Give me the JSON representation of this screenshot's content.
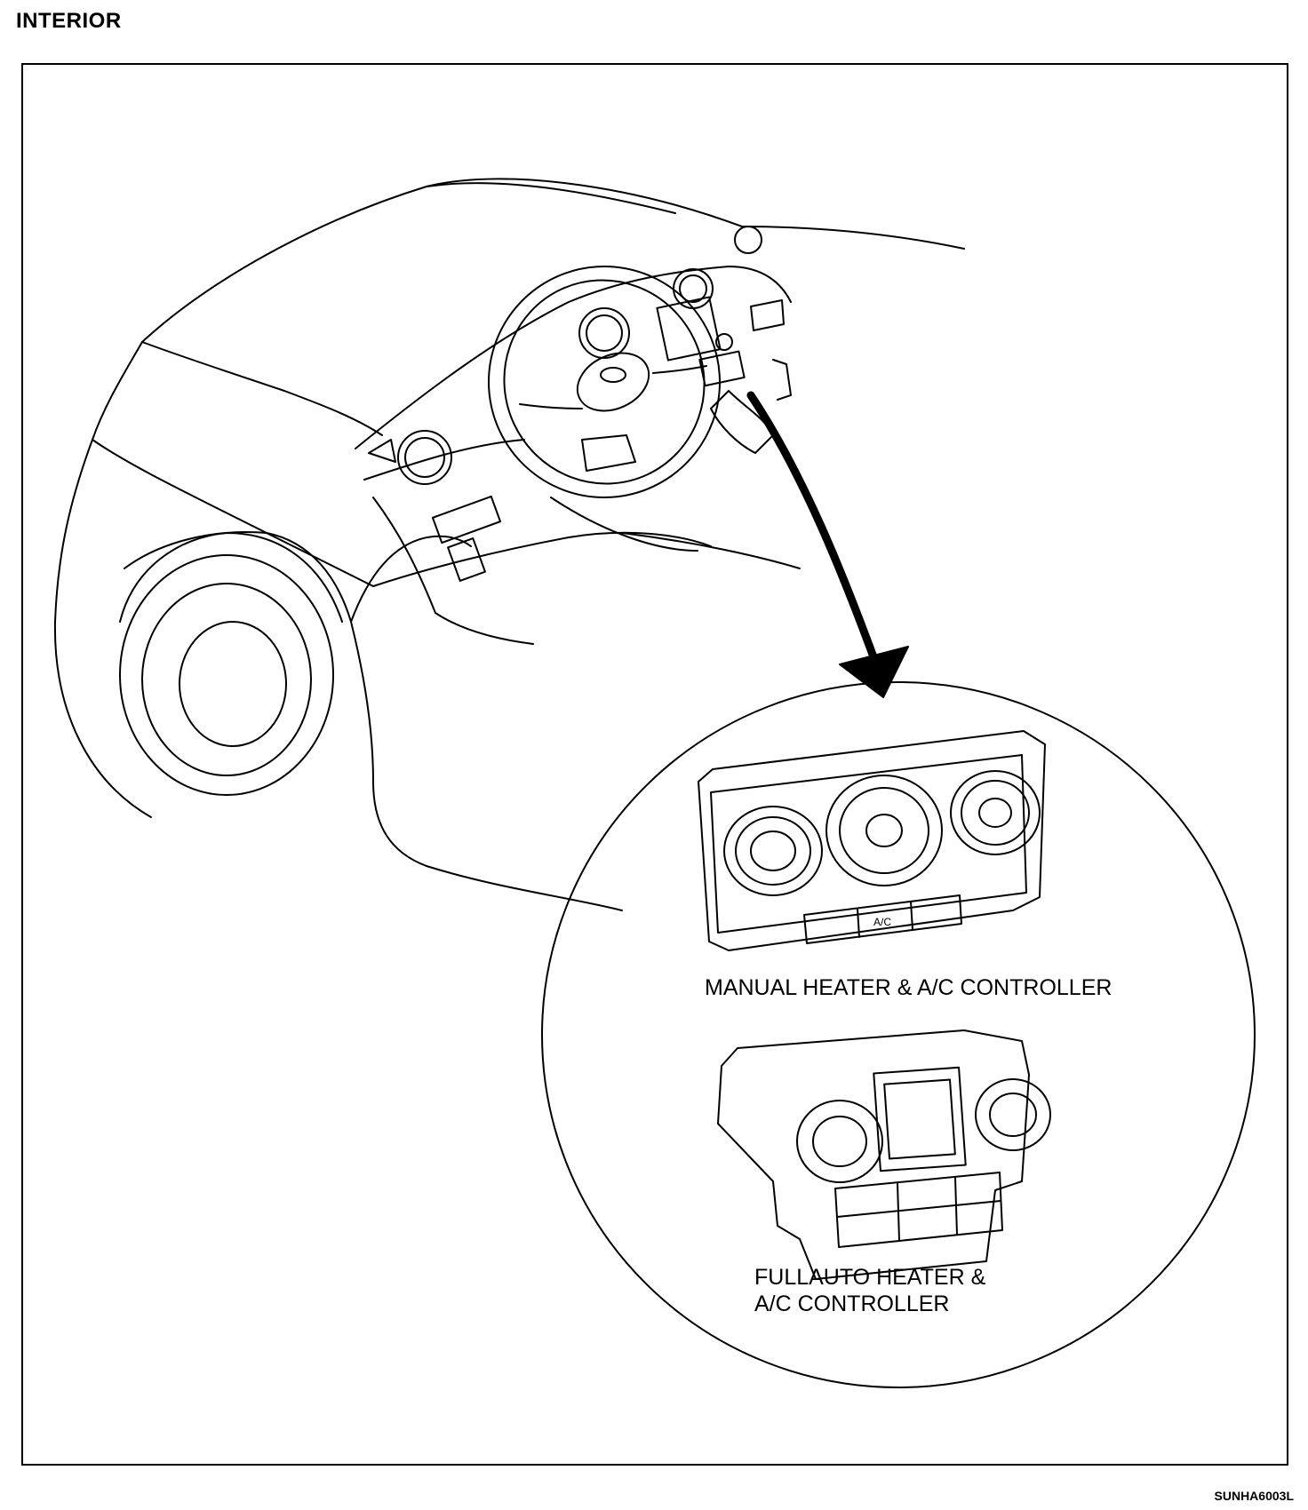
{
  "header": {
    "title": "INTERIOR"
  },
  "figure": {
    "callouts": [
      {
        "label": "MANUAL HEATER & A/C CONTROLLER"
      },
      {
        "label_line1": "FULLAUTO HEATER &",
        "label_line2": "A/C CONTROLLER"
      }
    ],
    "figure_code": "SUNHA6003L"
  }
}
